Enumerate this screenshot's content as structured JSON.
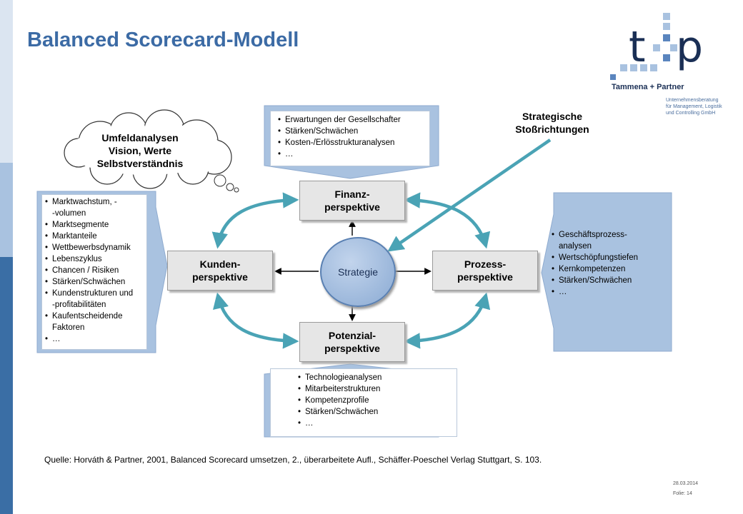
{
  "title": "Balanced Scorecard-Modell",
  "logo": {
    "company": "Tammena + Partner",
    "subtitle": "Unternehmensberatung\nfür Management,  Logistik\nund Controlling GmbH"
  },
  "colors": {
    "title": "#3c6ba5",
    "panel": "#a9c2e0",
    "arrow_teal": "#4aa3b5",
    "box": "#e6e6e6"
  },
  "cloud": {
    "text": "Umfeldanalysen\nVision, Werte\nSelbstverständnis"
  },
  "strategic_label": "Strategische\nStoßrichtungen",
  "center": {
    "label": "Strategie"
  },
  "perspectives": {
    "finance": "Finanz-\nperspektive",
    "customer": "Kunden-\nperspektive",
    "process": "Prozess-\nperspektive",
    "potential": "Potenzial-\nperspektive"
  },
  "panels": {
    "top": [
      "Erwartungen  der Gesellschafter",
      "Stärken/Schwächen",
      "Kosten-/Erlösstrukturanalysen",
      "…"
    ],
    "left": [
      "Marktwachstum,            -\n-volumen",
      "Marktsegmente",
      "Marktanteile",
      "Wettbewerbsdynamik",
      "Lebenszyklus",
      "Chancen  / Risiken",
      "Stärken/Schwächen",
      "Kundenstrukturen  und\n-profitabilitäten",
      "Kaufentscheidende\nFaktoren",
      "…"
    ],
    "right": [
      "Geschäftsprozess-\nanalysen",
      "Wertschöpfungstiefen",
      "Kernkompetenzen",
      "Stärken/Schwächen",
      "…"
    ],
    "bottom": [
      "Technologieanalysen",
      "Mitarbeiterstrukturen",
      "Kompetenzprofile",
      "Stärken/Schwächen",
      "…"
    ]
  },
  "source": "Quelle:  Horváth & Partner,  2001,  Balanced Scorecard umsetzen,  2., überarbeitete  Aufl., Schäffer-Poeschel Verlag Stuttgart, S. 103.",
  "footer": {
    "date": "28.03.2014",
    "slide": "Folie:  14"
  }
}
